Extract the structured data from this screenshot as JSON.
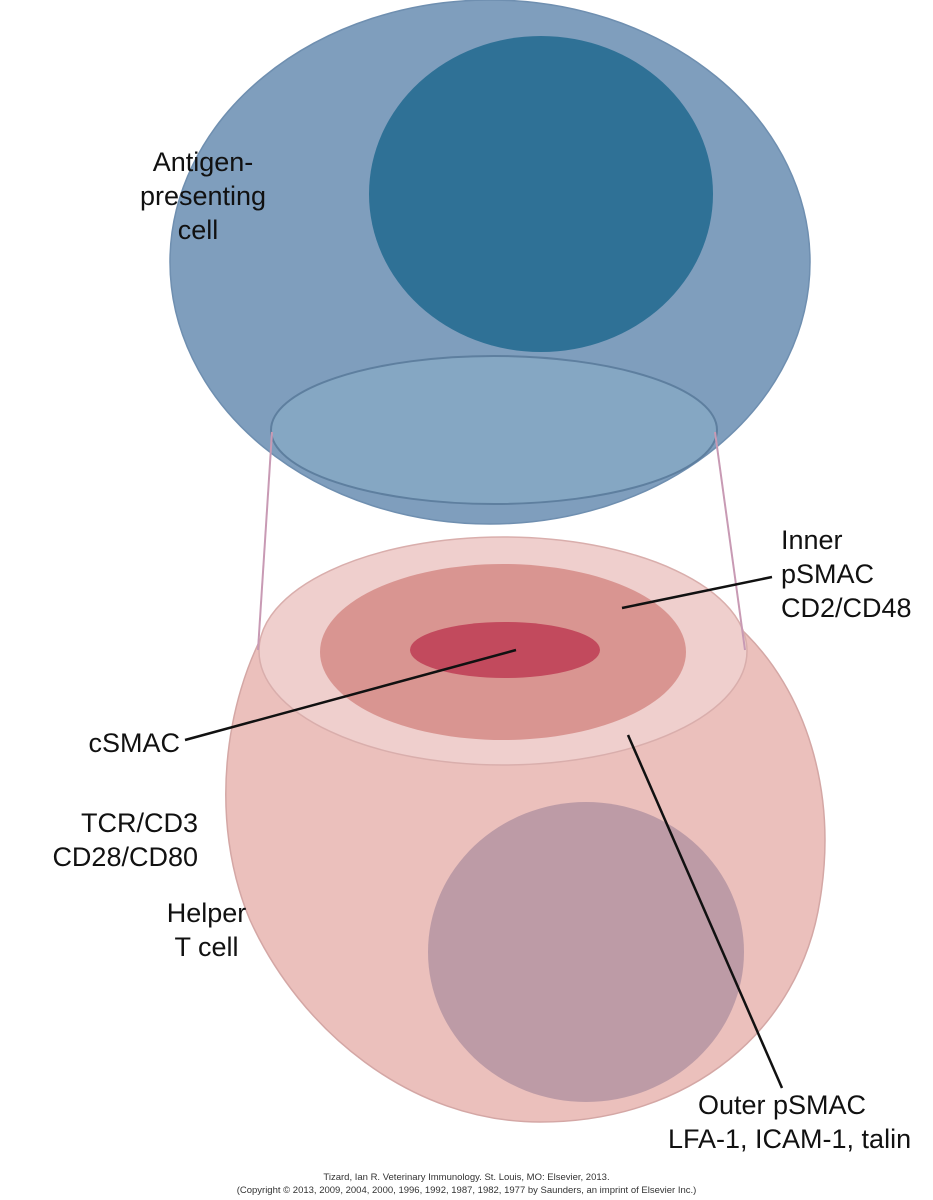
{
  "labels": {
    "apc": [
      "Antigen-",
      "presenting",
      "cell"
    ],
    "inner_psmac": [
      "Inner",
      "pSMAC",
      "CD2/CD48"
    ],
    "csmac": "cSMAC",
    "tcr": [
      "TCR/CD3",
      "CD28/CD80"
    ],
    "helper": [
      "Helper",
      "T cell"
    ],
    "outer_psmac": [
      "Outer pSMAC",
      "LFA-1, ICAM-1, talin"
    ]
  },
  "citation": {
    "line1": "Tizard, Ian R. Veterinary Immunology. St. Louis, MO: Elsevier, 2013.",
    "line2": "(Copyright © 2013, 2009, 2004, 2000, 1996, 1992, 1987, 1982, 1977 by Saunders, an imprint of Elsevier Inc.)"
  },
  "colors": {
    "apc_body": "#7f9ebd",
    "apc_nucleus": "#2f7196",
    "contact_disc": "#86a8c4",
    "tcell_body": "#ebc0bc",
    "tcell_nucleus": "#bd9ba6",
    "outer_disc": "#efcfcd",
    "inner_disc": "#d99591",
    "center_disc": "#c24a5d",
    "connector": "#c89ab4",
    "leader": "#111111"
  }
}
